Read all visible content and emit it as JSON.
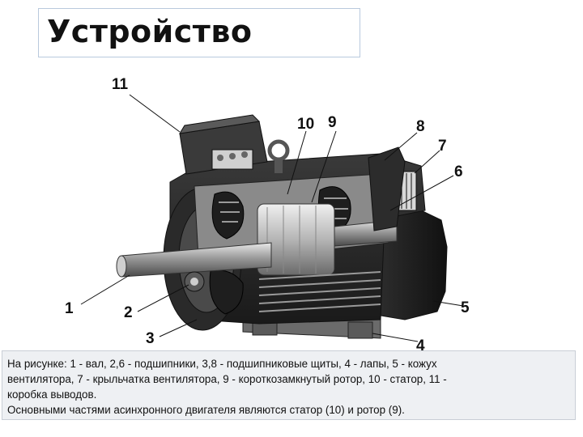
{
  "slide": {
    "title": "Устройство",
    "labels": [
      "11",
      "10",
      "9",
      "8",
      "7",
      "6",
      "1",
      "2",
      "3",
      "4",
      "5"
    ],
    "caption_lines": [
      "На рисунке: 1 - вал, 2,6 - подшипники, 3,8 - подшипниковые щиты, 4 - лапы, 5 - кожух",
      "вентилятора, 7 - крыльчатка вентилятора, 9 - короткозамкнутый ротор, 10 - статор, 11 -",
      "коробка выводов.",
      "Основными частями асинхронного двигателя являются статор (10) и ротор (9)."
    ]
  }
}
